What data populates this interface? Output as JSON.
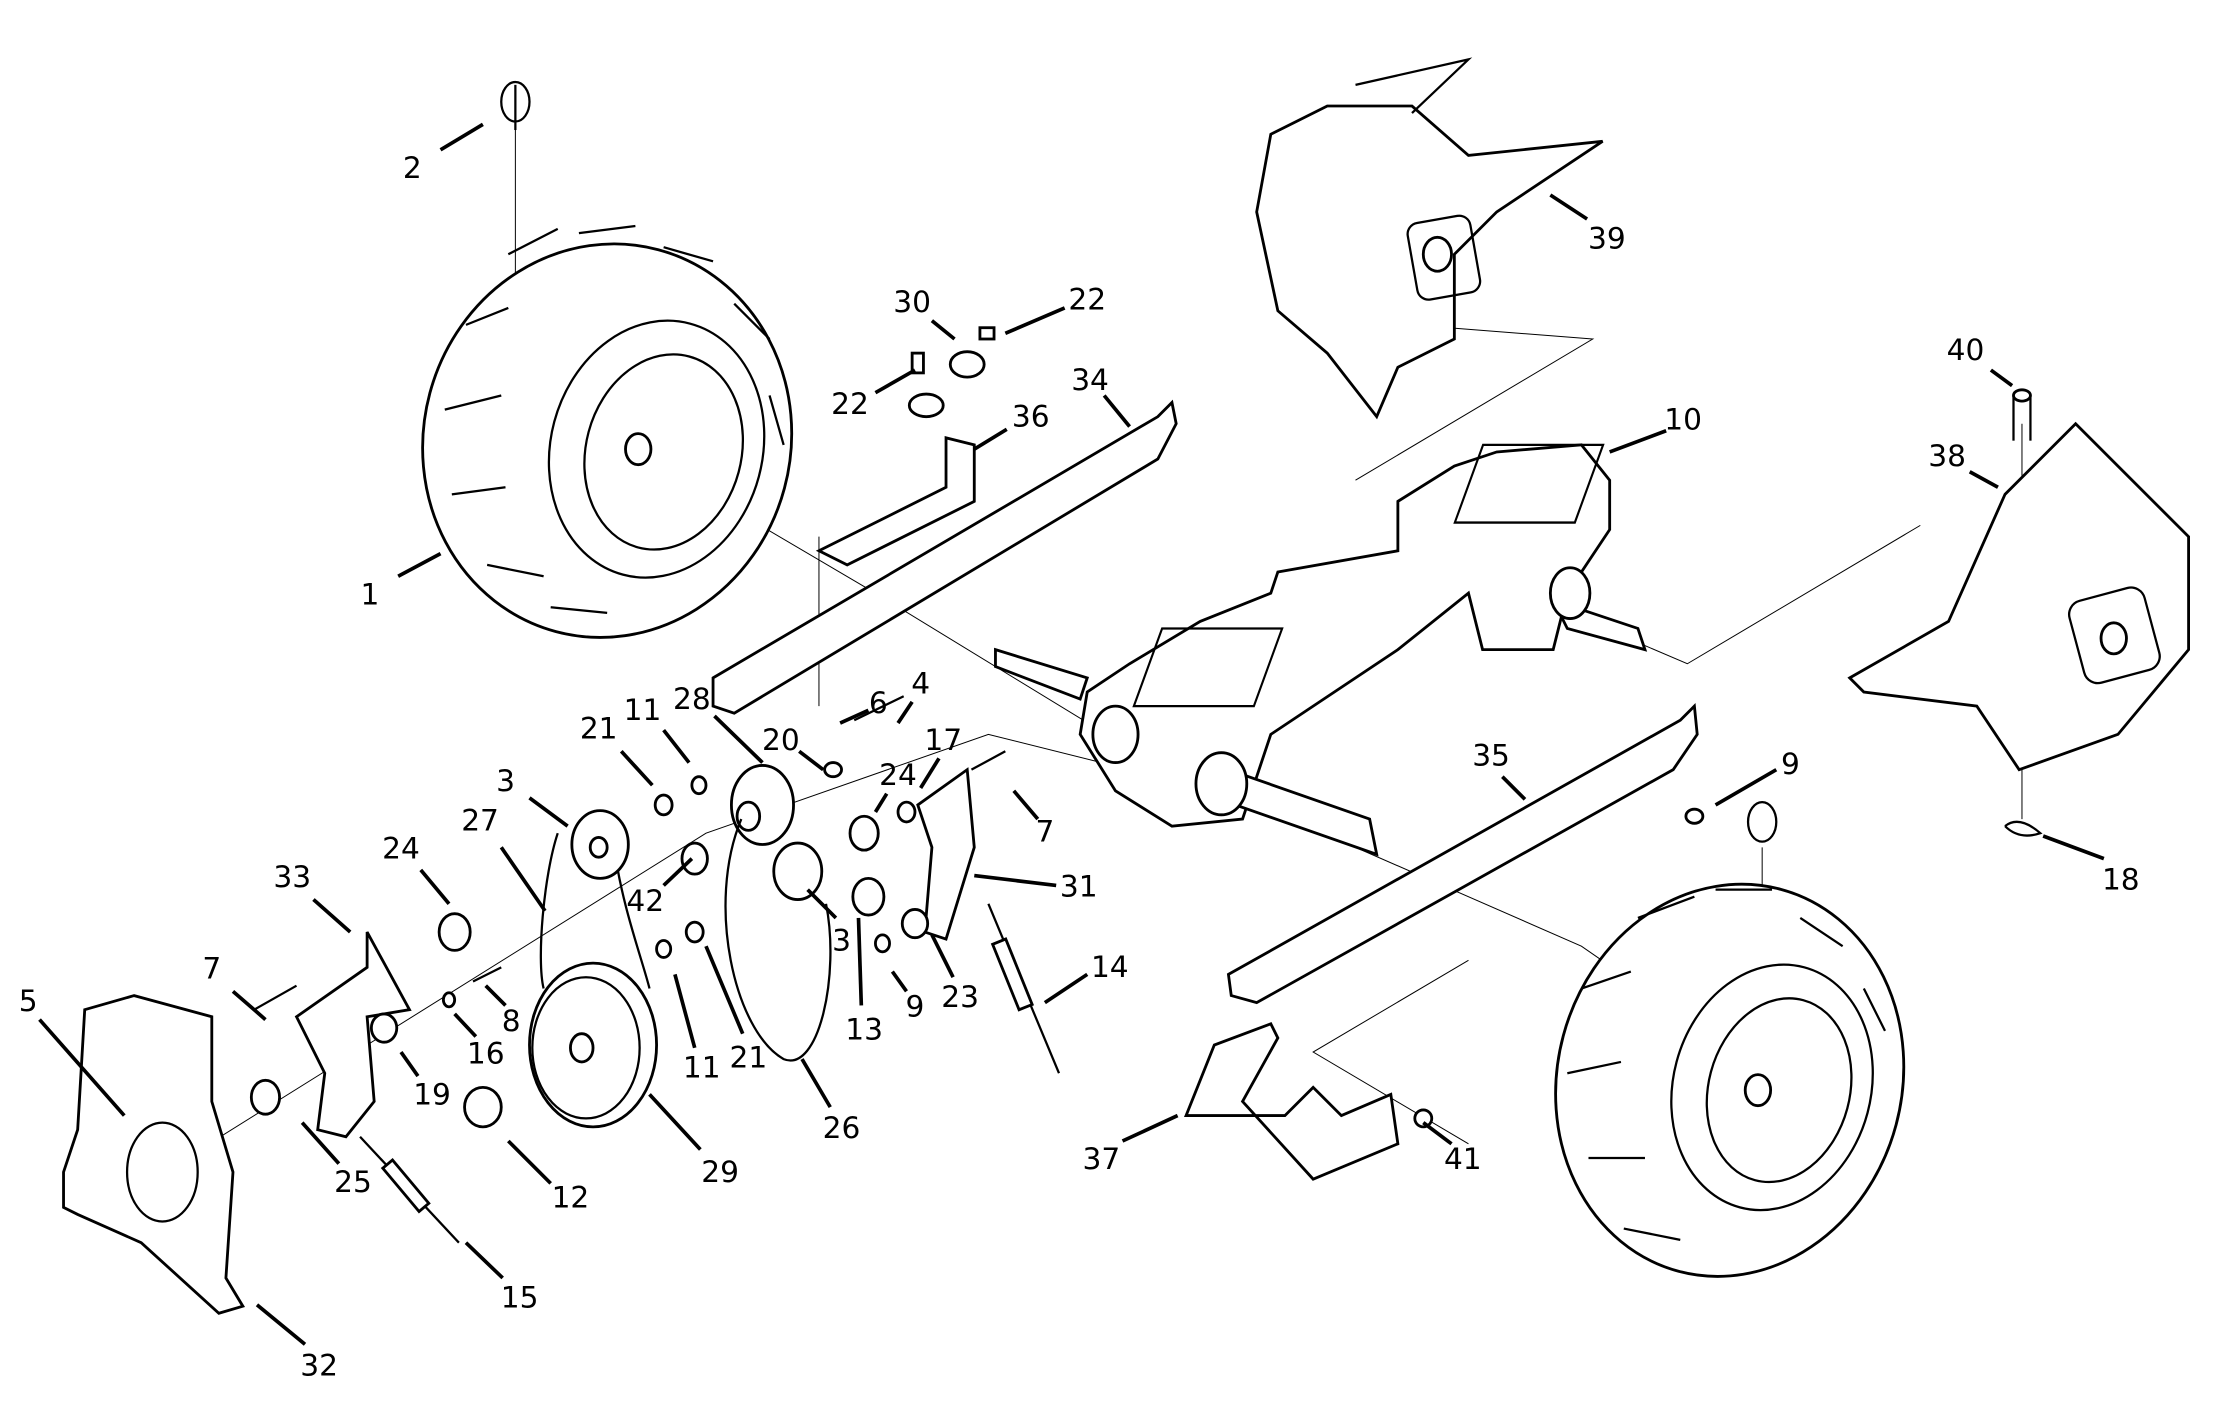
{
  "diagram": {
    "type": "exploded parts diagram",
    "line_color": "#000000",
    "background": "#ffffff",
    "callouts": [
      "1",
      "2",
      "3",
      "3",
      "4",
      "5",
      "6",
      "7",
      "7",
      "8",
      "9",
      "9",
      "10",
      "11",
      "11",
      "12",
      "13",
      "14",
      "15",
      "16",
      "17",
      "18",
      "19",
      "20",
      "21",
      "21",
      "22",
      "22",
      "23",
      "24",
      "24",
      "25",
      "26",
      "27",
      "28",
      "29",
      "30",
      "31",
      "32",
      "33",
      "34",
      "35",
      "36",
      "37",
      "38",
      "39",
      "40",
      "41",
      "42"
    ]
  }
}
